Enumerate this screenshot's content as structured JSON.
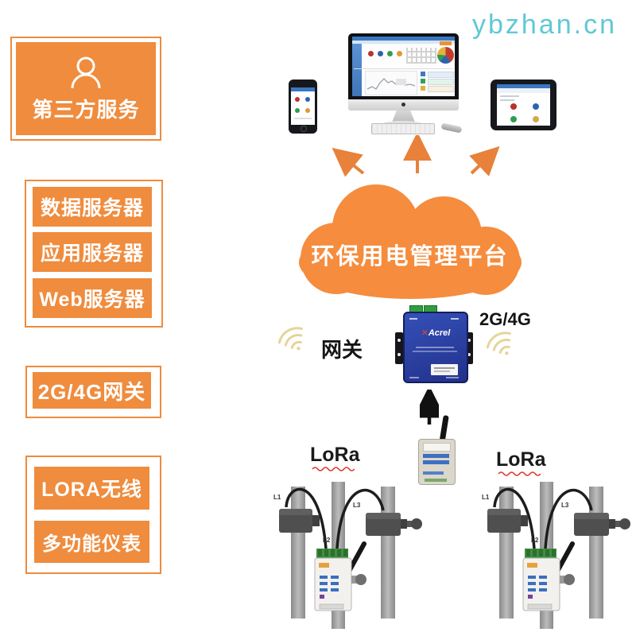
{
  "watermark": {
    "text": "ybzhan.cn"
  },
  "left_panel": {
    "third_party_box": {
      "label": "第三方服务"
    },
    "server_group": {
      "items": [
        {
          "label": "数据服务器"
        },
        {
          "label": "应用服务器"
        },
        {
          "label": "Web服务器"
        }
      ]
    },
    "gateway_box": {
      "label": "2G/4G网关"
    },
    "device_group": {
      "items": [
        {
          "label": "LORA无线"
        },
        {
          "label": "多功能仪表"
        }
      ]
    }
  },
  "cloud": {
    "label": "环保用电管理平台"
  },
  "gateway": {
    "label": "网关",
    "network": "2G/4G",
    "brand": "Acrel"
  },
  "field": {
    "left_meter_label": "LoRa",
    "right_meter_label": "LoRa",
    "phase_labels": [
      "L1",
      "L2",
      "L3"
    ]
  },
  "colors": {
    "accent_orange": "#ef8c3e",
    "cloud_orange": "#f58c3e",
    "watermark_cyan": "#4fc3d1",
    "gateway_blue": "#2b3fa0"
  }
}
